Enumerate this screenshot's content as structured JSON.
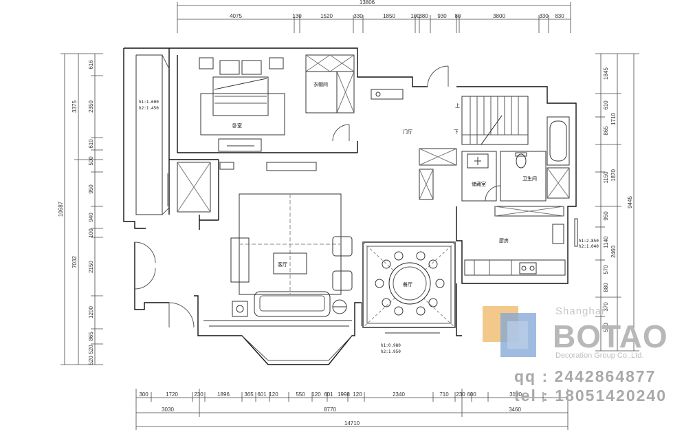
{
  "dimensions": {
    "top_total": "13806",
    "top": [
      "4075",
      "130",
      "1520",
      "330",
      "1850",
      "100",
      "380",
      "930",
      "80",
      "3800",
      "330",
      "830"
    ],
    "bottom_row1": [
      "300",
      "1720",
      "230",
      "1896",
      "365",
      "601",
      "120",
      "550",
      "120",
      "601",
      "1998",
      "120",
      "2340",
      "710",
      "230",
      "600",
      "3160"
    ],
    "bottom_row2": [
      "3030",
      "8770",
      "3460"
    ],
    "bottom_total": "14710",
    "left_total": "10687",
    "left_mid": [
      "3375",
      "7032"
    ],
    "left_parts": [
      "616",
      "2350",
      "610",
      "500",
      "950",
      "940",
      "100",
      "2150",
      "1200",
      "865",
      "520",
      "520"
    ],
    "right_total": "9445",
    "right_mid": [
      "1710",
      "1870",
      "2460"
    ],
    "right_parts": [
      "1845",
      "610",
      "865",
      "1150",
      "950",
      "1140",
      "570",
      "880",
      "370",
      "580"
    ]
  },
  "rooms": {
    "bedroom": "卧室",
    "closet": "衣帽间",
    "foyer": "门厅",
    "storage": "储藏室",
    "bathroom": "卫生间",
    "kitchen": "厨房",
    "living": "客厅",
    "dining": "餐厅"
  },
  "notes": {
    "bedroom_h1": "h1:1.600",
    "bedroom_h2": "h2:1.450",
    "kitchen_h1": "h1:2.850",
    "kitchen_h2": "h2:1.040",
    "dining_h1": "h1:0.980",
    "dining_h2": "h2:1.950",
    "stair_up": "上",
    "stair_down": "下"
  },
  "watermark": {
    "city": "Shanghai",
    "brand": "BOTAO",
    "company": "Decoration Group Co.,Ltd.",
    "qq": "qq : 2442864877",
    "tel": "tel : 18051420240",
    "logo_colors": [
      "#f2c98a",
      "#7fa6d6",
      "#b9cce6"
    ]
  }
}
